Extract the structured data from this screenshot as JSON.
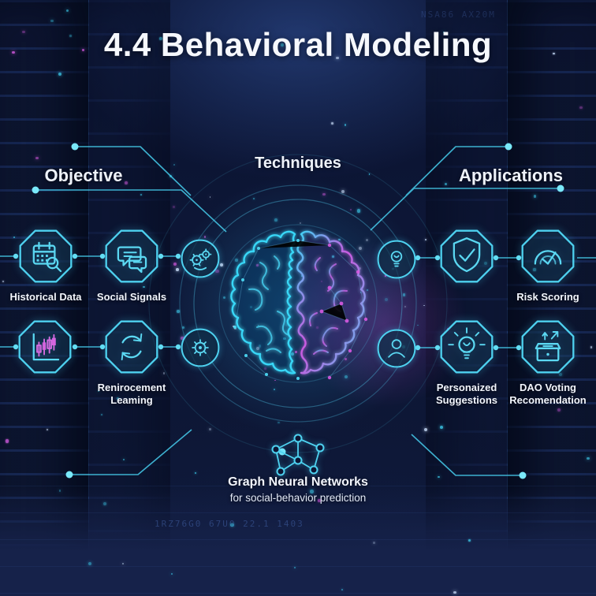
{
  "title": "4.4 Behavioral Modeling",
  "columns": {
    "objective": "Objective",
    "techniques": "Techniques",
    "applications": "Applications"
  },
  "objective_nodes": [
    {
      "icon": "calendar-search-icon",
      "label": "Historical Data"
    },
    {
      "icon": "chat-bubbles-icon",
      "label": "Social Signals"
    },
    {
      "icon": "candlestick-chart-icon",
      "label": ""
    },
    {
      "icon": "cycle-arrows-icon",
      "label": "Renirocement Leaming"
    }
  ],
  "technique_nodes": [
    {
      "icon": "brain-gears-icon"
    },
    {
      "icon": "gear-icon"
    },
    {
      "icon": "lightbulb-small-icon"
    },
    {
      "icon": "person-icon"
    }
  ],
  "application_nodes": [
    {
      "icon": "shield-check-icon",
      "label": ""
    },
    {
      "icon": "gauge-check-icon",
      "label": "Risk Scoring"
    },
    {
      "icon": "lightbulb-rays-icon",
      "label": "Personaized Suggestions"
    },
    {
      "icon": "ballot-box-icon",
      "label": "DAO Voting Recomendation"
    }
  ],
  "center": {
    "icon": "neural-brain-icon"
  },
  "footer": {
    "icon": "graph-network-icon",
    "title": "Graph Neural Networks",
    "subtitle": "for social-behavior prediction"
  },
  "background": {
    "code_line_bottom": "1RZ76G0 67U0 22.1 1403",
    "code_line_top": "NSA86 AX20M"
  },
  "colors": {
    "accent_cyan": "#3fd2f2",
    "accent_magenta": "#d45ae0",
    "background_navy": "#0c1531",
    "text": "#f2f5fc"
  }
}
